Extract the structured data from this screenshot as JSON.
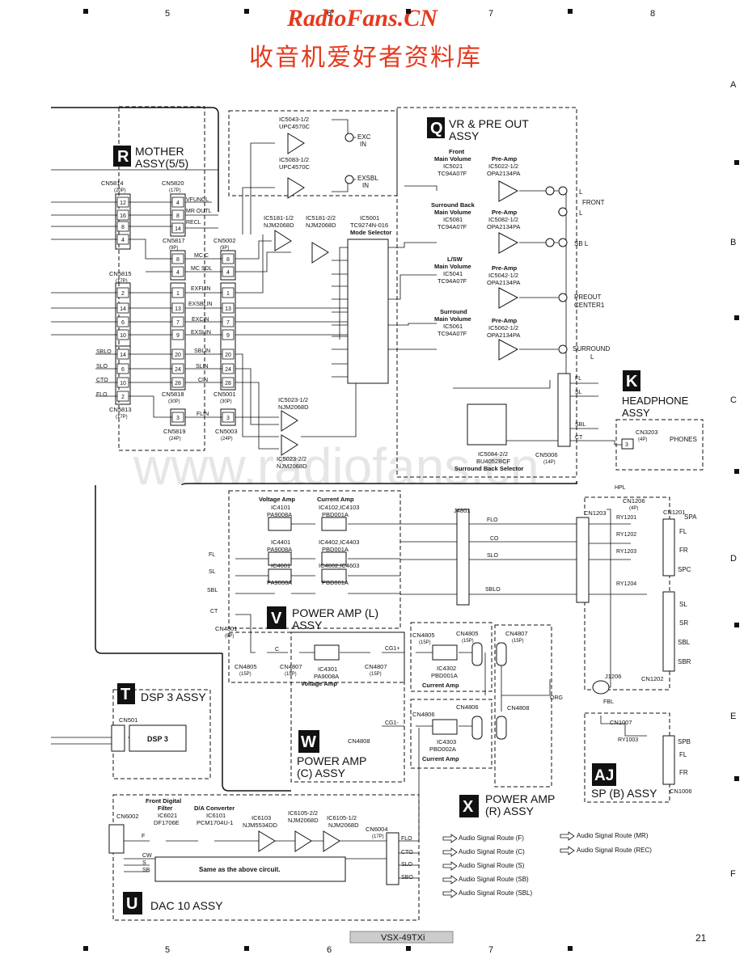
{
  "watermark": {
    "site": "RadioFans.CN",
    "chinese": "收音机爱好者资料库",
    "background": "www.radiofans.cn",
    "color": "#e53a1e"
  },
  "grid": {
    "cols_top": [
      "5",
      "6",
      "7",
      "8"
    ],
    "cols_bottom": [
      "5",
      "6",
      "7"
    ],
    "rows": [
      "A",
      "B",
      "C",
      "D",
      "E",
      "F"
    ]
  },
  "footer": {
    "model": "VSX-49TXi",
    "page": "21"
  },
  "assy": {
    "r": {
      "letter": "R",
      "name1": "MOTHER",
      "name2": "ASSY(5/5)"
    },
    "q": {
      "letter": "Q",
      "name1": "VR & PRE OUT",
      "name2": "ASSY"
    },
    "k": {
      "letter": "K",
      "name1": "HEADPHONE",
      "name2": "ASSY"
    },
    "v": {
      "letter": "V",
      "name1": "POWER AMP (L)",
      "name2": "ASSY"
    },
    "t": {
      "letter": "T",
      "name1": "DSP 3 ASSY"
    },
    "w": {
      "letter": "W",
      "name1": "POWER AMP",
      "name2": "(C) ASSY"
    },
    "x": {
      "letter": "X",
      "name1": "POWER AMP",
      "name2": "(R) ASSY"
    },
    "aj": {
      "letter": "AJ",
      "name1": "SP (B) ASSY"
    },
    "u": {
      "letter": "U",
      "name1": "DAC 10 ASSY"
    }
  },
  "mother": {
    "cn5814": "CN5814",
    "cn5814p": "(20P)",
    "cn5820": "CN5820",
    "cn5820p": "(17P)",
    "vfuncl": "VFUNCL",
    "mroutl": "MR OUTL",
    "recl": "RECL",
    "cn5817": "CN5817",
    "cn5817p": "(9P)",
    "cn5002": "CN5002",
    "cn5002p": "(9P)",
    "mcc": "MC C",
    "mcsdl": "MC SDL",
    "cn5815": "CN5815",
    "cn5815p": "(17P)",
    "exflin": "EXFLIN",
    "exsblin": "EXSBLIN",
    "excin": "EXCIN",
    "exslin": "EXSLIN",
    "sblin": "SBLIN",
    "slin": "SLIN",
    "cin": "CIN",
    "sblo": "SBLO",
    "slo": "SLO",
    "cto": "CTO",
    "flo": "FLO",
    "cn5818": "CN5818",
    "cn5818p": "(30P)",
    "cn5001": "CN5001",
    "cn5001p": "(30P)",
    "flin": "FLIN",
    "cn5813": "CN5813",
    "cn5813p": "(17P)",
    "cn5819": "CN5819",
    "cn5819p": "(24P)",
    "cn5003": "CN5003",
    "cn5003p": "(24P)"
  },
  "vr": {
    "ic5043": "IC5043-1/2",
    "ic5043t": "UPC4570C",
    "ic5083": "IC5083-1/2",
    "ic5083t": "UPC4570C",
    "excin": "EXC",
    "excin2": "IN",
    "exsblin": "EXSBL",
    "exsblin2": "IN",
    "ic5181a": "IC5181-1/2",
    "ic5181at": "NJM2068D",
    "ic5181b": "IC5181-2/2",
    "ic5181bt": "NJM2068D",
    "ic5001": "IC5001",
    "ic5001t": "TC9274N-016",
    "ic5001m": "Mode Selector",
    "ic5023": "IC5023-1/2",
    "ic5023t": "NJM2068D",
    "ic5023b": "IC5023-2/2",
    "ic5023bt": "NJM2068D",
    "front_mv": "Front",
    "front_mv2": "Main Volume",
    "ic5021": "IC5021",
    "ic5021t": "TC94A07F",
    "preamp": "Pre-Amp",
    "ic5022": "IC5022-1/2",
    "ic5022t": "OPA2134PA",
    "sb_mv": "Surround Back",
    "sb_mv2": "Main Volume",
    "ic5081": "IC5081",
    "ic5081t": "TC94A07F",
    "ic5082": "IC5082-1/2",
    "ic5082t": "OPA2134PA",
    "lsw": "L/SW",
    "lsw2": "Main Volume",
    "ic5041": "IC5041",
    "ic5041t": "TC94A07F",
    "ic5042": "IC5042-1/2",
    "ic5042t": "OPA2134PA",
    "sur": "Surround",
    "sur2": "Main Volume",
    "ic5061": "IC5061",
    "ic5061t": "TC94A07F",
    "ic5062": "IC5062-1/2",
    "ic5062t": "OPA2134PA",
    "out_front": "FRONT",
    "out_l1": "L",
    "out_l2": "L",
    "out_sbl": "SB L",
    "out_preout": "PREOUT",
    "out_center": "CENTER1",
    "out_surround": "SURROUND",
    "out_surround2": "L",
    "ic5084": "IC5084-2/2",
    "ic5084t": "BU4052BCF",
    "ic5084m": "Surround Back Selector",
    "cn5006": "CN5006",
    "cn5006p": "(14P)",
    "fl": "FL",
    "sl": "SL",
    "sbl": "SBL",
    "ct": "CT"
  },
  "hp": {
    "cn3203": "CN3203",
    "cn3203p": "(4P)",
    "phones": "PHONES",
    "hpl": "HPL"
  },
  "pa": {
    "vamp": "Voltage Amp",
    "camp": "Current Amp",
    "ic4101": "IC4101",
    "ic4101t": "PA9008A",
    "ic4102": "IC4102,IC4103",
    "ic4102t": "PBD001A",
    "ic4401": "IC4401",
    "ic4401t": "PA9008A",
    "ic4402": "IC4402,IC4403",
    "ic4402t": "PBD001A",
    "ic4601": "IC4601",
    "ic4601t": "PA9008A",
    "ic4602": "IC4602,IC4603",
    "ic4602t": "PBD001A",
    "fl": "FL",
    "sl": "SL",
    "sbl": "SBL",
    "ct": "CT",
    "cn4801": "CN4801",
    "cn4801p": "(8P)",
    "j4801": "J4801",
    "flo": "FLO",
    "co": "CO",
    "slo": "SLO",
    "sblo": "SBLO",
    "cn1203": "CN1203",
    "cn1206": "CN1206",
    "cn1206p": "(4P)",
    "cn1201": "CN1201",
    "spa": "SPA",
    "ry1201": "RY1201",
    "ry1202": "RY1202",
    "ry1203": "RY1203",
    "ry1204": "RY1204",
    "spk_fl": "FL",
    "spk_fr": "FR",
    "spk_spc": "SPC",
    "spk_sl": "SL",
    "spk_sr": "SR",
    "spk_sbl": "SBL",
    "spk_sbr": "SBR",
    "cn1202": "CN1202",
    "j1206": "J1206",
    "org": "ORG"
  },
  "pc": {
    "cn4805": "CN4805",
    "cn4805p": "(15P)",
    "c": "C",
    "cn4807": "CN4807",
    "cn4807p": "(15P)",
    "ic4301": "IC4301",
    "ic4301t": "PA9008A",
    "vamp": "Voltage Amp",
    "cn4807b": "CN4807",
    "cn4807bp": "(15P)",
    "cg1p": "CG1+",
    "cg1m": "CG1-",
    "cn4805b": "CN4805",
    "cn4805bp": "(15P)",
    "ic4302": "IC4302",
    "ic4302t": "PBD001A",
    "camp": "Current Amp",
    "cn4805c": "CN4805",
    "cn4805cp": "(15P)",
    "cn4807c": "CN4807",
    "cn4807cp": "(15P)",
    "cn4808": "CN4808",
    "cn4806": "CN4806",
    "cn4806b": "CN4806",
    "ic4303": "IC4303",
    "ic4303t": "PBD002A",
    "camp2": "Current Amp",
    "cn4808b": "CN4808"
  },
  "dsp": {
    "cn501": "CN501",
    "dsp3": "DSP 3"
  },
  "spb": {
    "fbl": "FBL",
    "cn1007": "CN1007",
    "ry1003": "RY1003",
    "spb": "SPB",
    "fl": "FL",
    "fr": "FR",
    "cn1006": "CN1006"
  },
  "dac": {
    "cn6002": "CN6002",
    "fdf": "Front Digital",
    "fdf2": "Filter",
    "ic6021": "IC6021",
    "ic6021t": "DF1706E",
    "dac": "D/A Converter",
    "ic6101": "IC6101",
    "ic6101t": "PCM1704U-1",
    "ic6103": "IC6103",
    "ic6103t": "NJM5534DD",
    "ic6105a": "IC6105-2/2",
    "ic6105at": "NJM2068D",
    "ic6105b": "IC6105-1/2",
    "ic6105bt": "NJM2068D",
    "cn6004": "CN6004",
    "cn6004p": "(17P)",
    "f": "F",
    "cw": "CW",
    "s": "S",
    "sb": "SB",
    "flo": "FLO",
    "cto": "CTO",
    "slo": "SLO",
    "sbo": "SBO",
    "same": "Same as the above circuit."
  },
  "legend": {
    "f": "Audio Signal Route (F)",
    "c": "Audio Signal Route (C)",
    "s": "Audio Signal Route (S)",
    "sb": "Audio Signal Route (SB)",
    "sbl": "Audio Signal Route (SBL)",
    "mr": "Audio Signal Route (MR)",
    "rec": "Audio Signal Route (REC)"
  }
}
